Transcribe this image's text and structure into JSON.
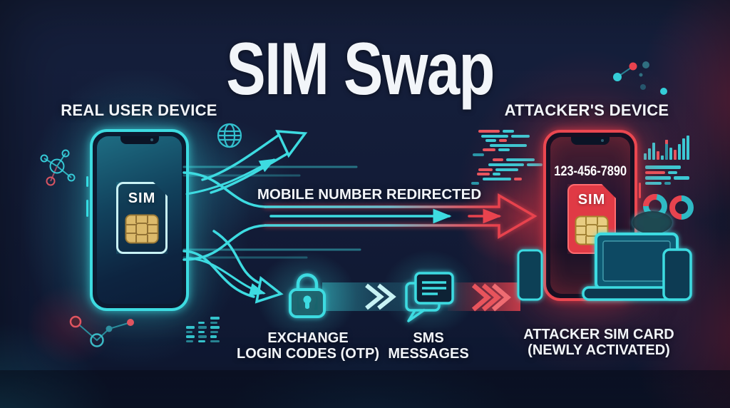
{
  "title": "SIM Swap",
  "left": {
    "label": "REAL USER DEVICE",
    "sim_label": "SIM"
  },
  "right": {
    "label": "ATTACKER'S DEVICE",
    "phone_number": "123-456-7890",
    "sim_label": "SIM",
    "caption": {
      "line1": "ATTACKER SIM CARD",
      "line2": "(NEWLY ACTIVATED)"
    }
  },
  "flow": {
    "main_label": "MOBILE NUMBER REDIRECTED",
    "otp": {
      "line1": "EXCHANGE",
      "line2": "LOGIN CODES (OTP)"
    },
    "sms": {
      "line1": "SMS",
      "line2": "MESSAGES"
    }
  },
  "colors": {
    "t": "#3cc9d4",
    "r": "#e8555e",
    "d": "#2a96a8",
    "bg": "#121b36",
    "teal": "#3ddbe1",
    "red": "#e8434e",
    "gold": "#dcba6b",
    "white": "#f2f5f9"
  },
  "decor": {
    "code_block1": [
      {
        "i": 10,
        "s": [
          [
            "r",
            30
          ],
          [
            "t",
            16
          ]
        ]
      },
      {
        "i": 14,
        "s": [
          [
            "t",
            38
          ],
          [
            "t",
            26
          ]
        ]
      },
      {
        "i": 20,
        "s": [
          [
            "t",
            15
          ],
          [
            "r",
            11
          ]
        ]
      },
      {
        "i": 26,
        "s": [
          [
            "t",
            52
          ]
        ]
      },
      {
        "i": 16,
        "s": [
          [
            "r",
            18
          ],
          [
            "t",
            16
          ]
        ]
      },
      {
        "i": 2,
        "s": [
          [
            "d",
            16
          ]
        ]
      },
      {
        "i": 30,
        "s": [
          [
            "r",
            15
          ],
          [
            "t",
            40
          ]
        ]
      }
    ],
    "code_block2": [
      {
        "i": 24,
        "s": [
          [
            "t",
            50
          ],
          [
            "t",
            22
          ]
        ]
      },
      {
        "i": 10,
        "s": [
          [
            "r",
            20
          ],
          [
            "t",
            32
          ]
        ]
      },
      {
        "i": 8,
        "s": [
          [
            "r",
            18
          ],
          [
            "t",
            11
          ]
        ]
      },
      {
        "i": 16,
        "s": [
          [
            "t",
            40
          ],
          [
            "r",
            11
          ]
        ]
      },
      {
        "i": 0,
        "s": [
          [
            "d",
            11
          ]
        ]
      }
    ],
    "dash_rows": [
      {
        "i": 0,
        "s": [
          [
            "t",
            50
          ]
        ]
      },
      {
        "i": 0,
        "s": [
          [
            "r",
            28
          ],
          [
            "t",
            13
          ]
        ]
      },
      {
        "i": 0,
        "s": [
          [
            "t",
            36
          ],
          [
            "t",
            22
          ]
        ]
      },
      {
        "i": 0,
        "s": [
          [
            "t",
            23
          ],
          [
            "d",
            9
          ]
        ]
      }
    ],
    "bar_chart": [
      {
        "h": 9,
        "c": "t"
      },
      {
        "h": 16,
        "c": "t"
      },
      {
        "h": 24,
        "c": "t"
      },
      {
        "h": 12,
        "c": "r"
      },
      {
        "h": 6,
        "c": "t"
      },
      {
        "h": 28,
        "c": "d",
        "cap": "r"
      },
      {
        "h": 17,
        "c": "t"
      },
      {
        "h": 14,
        "c": "r"
      },
      {
        "h": 22,
        "c": "t"
      },
      {
        "h": 30,
        "c": "t"
      },
      {
        "h": 34,
        "c": "t"
      }
    ],
    "equalizer": [
      [
        12,
        9,
        12,
        10
      ],
      [
        9,
        12,
        9,
        12,
        10
      ],
      [
        13,
        10,
        13,
        11,
        9,
        13
      ]
    ]
  }
}
